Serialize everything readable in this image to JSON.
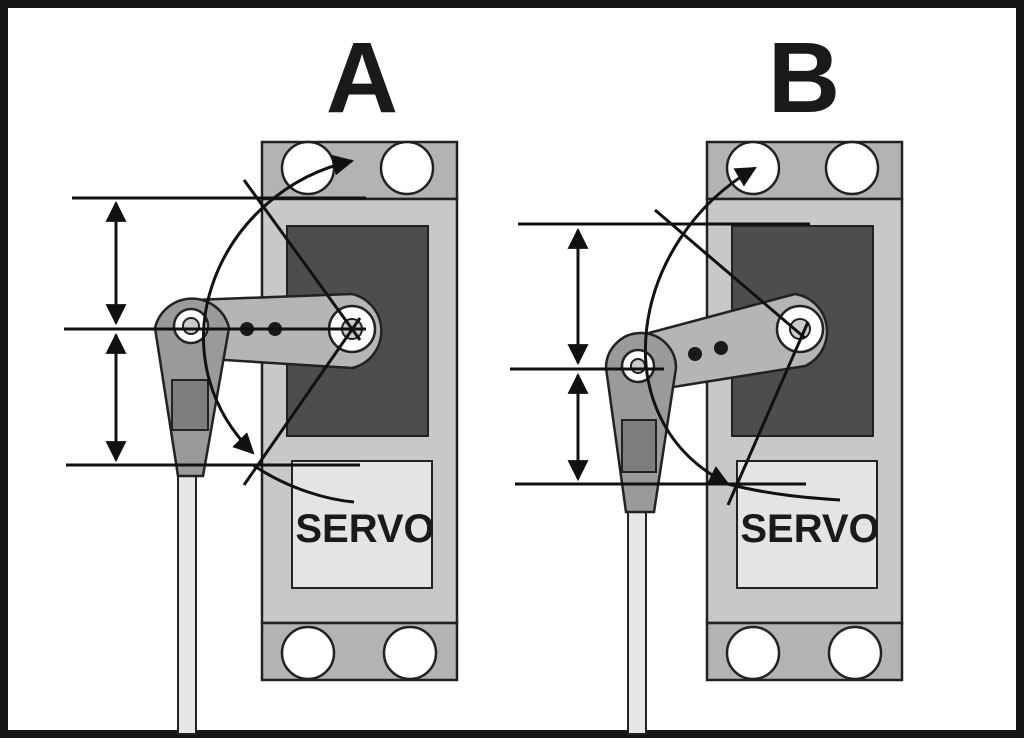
{
  "diagram": {
    "panels": [
      {
        "label": "A",
        "servo_label": "SERVO"
      },
      {
        "label": "B",
        "servo_label": "SERVO"
      }
    ],
    "colors": {
      "frame": "#161616",
      "servo_case": "#c8c8c8",
      "mount_tab": "#b3b3b3",
      "motor_window": "#4d4d4d",
      "label_plate": "#e4e4e4",
      "servo_arm": "#b5b5b5",
      "clevis": "#9a9a9a",
      "pushrod": "#e6e6e6",
      "lines": "#111111"
    }
  }
}
